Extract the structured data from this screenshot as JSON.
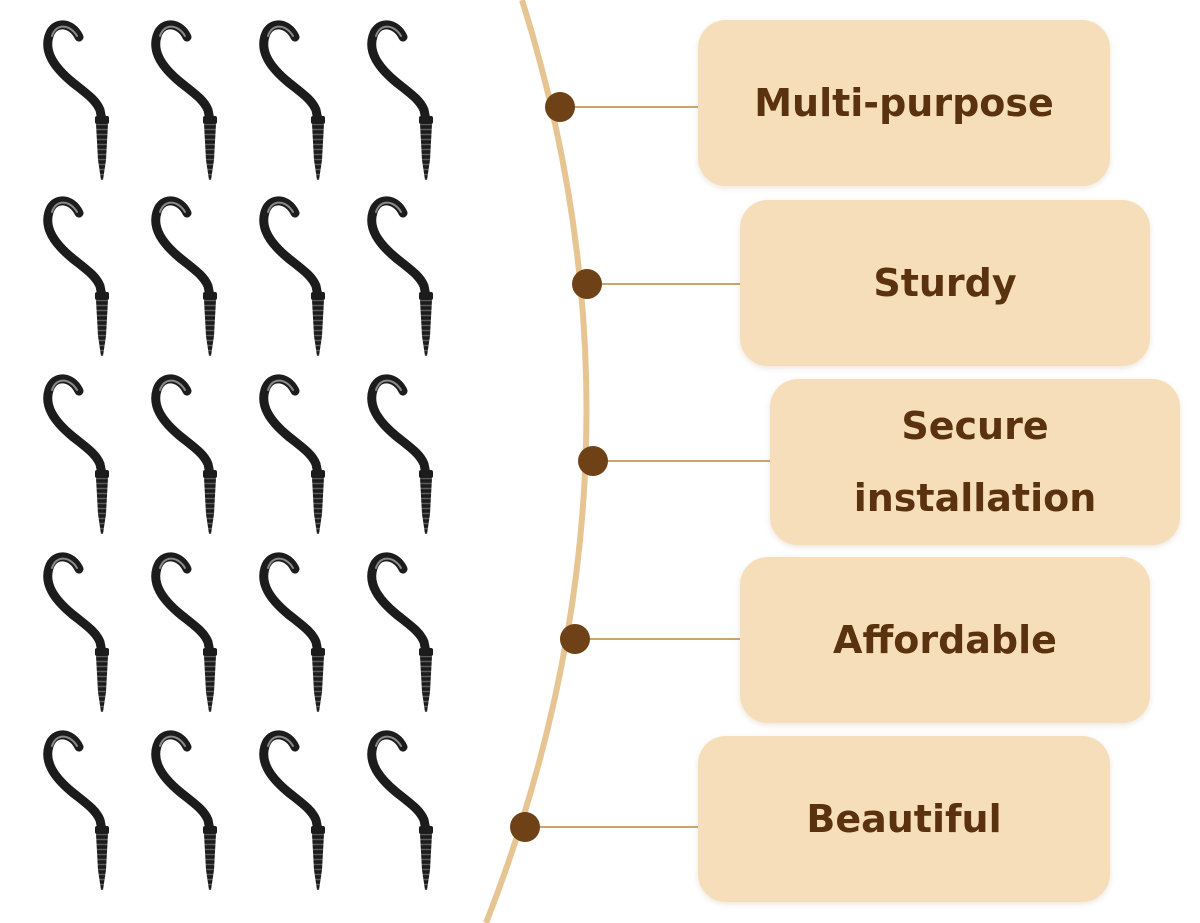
{
  "colors": {
    "hook": "#1c1c1c",
    "hook_highlight": "#8a8a8a",
    "curve": "#e6c592",
    "connector": "#c9a56e",
    "dot": "#6e4216",
    "label_bg": "#f7deba",
    "label_text": "#5a3210"
  },
  "hooks_grid": {
    "rows": 5,
    "columns": 4
  },
  "features": [
    {
      "label": "Multi-purpose"
    },
    {
      "label": "Sturdy"
    },
    {
      "label": "Secure installation"
    },
    {
      "label": "Affordable"
    },
    {
      "label": "Beautiful"
    }
  ]
}
